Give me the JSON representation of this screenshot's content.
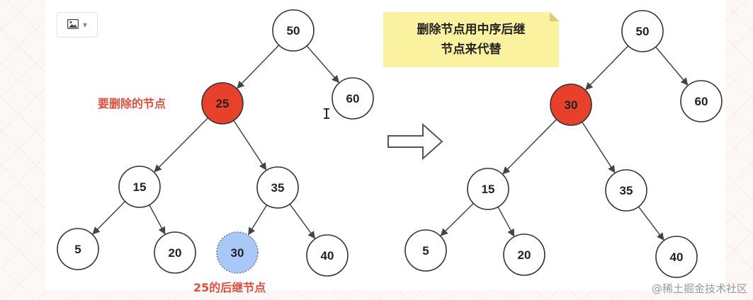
{
  "annotations": {
    "node_to_delete": "要删除的节点",
    "successor_label": "25的后继节点"
  },
  "note": {
    "line1": "删除节点用中序后继",
    "line2": "节点来代替"
  },
  "watermark": "@稀土掘金技术社区",
  "colors": {
    "deleted_node": "#e8412b",
    "successor_node": "#a9c8f8",
    "annotation_text": "#e34d3a",
    "note_background": "#fbf29f"
  },
  "left_tree": {
    "nodes": [
      {
        "id": "n50",
        "label": "50"
      },
      {
        "id": "n25",
        "label": "25",
        "state": "delete"
      },
      {
        "id": "n60",
        "label": "60"
      },
      {
        "id": "n15",
        "label": "15"
      },
      {
        "id": "n35",
        "label": "35"
      },
      {
        "id": "n5",
        "label": "5"
      },
      {
        "id": "n20",
        "label": "20"
      },
      {
        "id": "n30",
        "label": "30",
        "state": "successor"
      },
      {
        "id": "n40",
        "label": "40"
      }
    ],
    "edges": [
      [
        "n50",
        "n25"
      ],
      [
        "n50",
        "n60"
      ],
      [
        "n25",
        "n15"
      ],
      [
        "n25",
        "n35"
      ],
      [
        "n15",
        "n5"
      ],
      [
        "n15",
        "n20"
      ],
      [
        "n35",
        "n30"
      ],
      [
        "n35",
        "n40"
      ]
    ]
  },
  "right_tree": {
    "nodes": [
      {
        "id": "m50",
        "label": "50"
      },
      {
        "id": "m30",
        "label": "30",
        "state": "replaced"
      },
      {
        "id": "m60",
        "label": "60"
      },
      {
        "id": "m15",
        "label": "15"
      },
      {
        "id": "m35",
        "label": "35"
      },
      {
        "id": "m5",
        "label": "5"
      },
      {
        "id": "m20",
        "label": "20"
      },
      {
        "id": "m40",
        "label": "40"
      }
    ],
    "edges": [
      [
        "m50",
        "m30"
      ],
      [
        "m50",
        "m60"
      ],
      [
        "m30",
        "m15"
      ],
      [
        "m30",
        "m35"
      ],
      [
        "m15",
        "m5"
      ],
      [
        "m15",
        "m20"
      ],
      [
        "m35",
        "m40"
      ]
    ]
  }
}
